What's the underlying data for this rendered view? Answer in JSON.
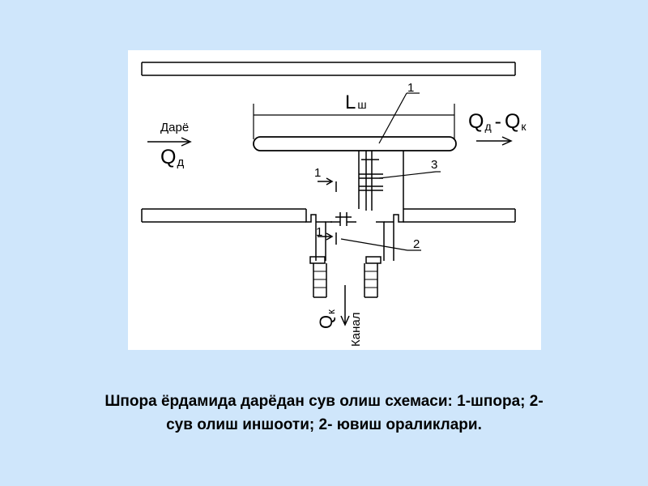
{
  "diagram": {
    "labels": {
      "spur_length": "L",
      "spur_length_sub": "ш",
      "river_word": "Дарё",
      "river_flow": "Q",
      "river_flow_sub": "д",
      "out_flow_a": "Q",
      "out_flow_a_sub": "д",
      "out_flow_sep": "-",
      "out_flow_b": "Q",
      "out_flow_b_sub": "к",
      "canal_flow": "Q",
      "canal_flow_sub": "к",
      "canal_word": "Канал",
      "num_1_top": "1",
      "num_3": "3",
      "num_2": "2",
      "section_top_num": "1",
      "section_bottom_num": "1"
    }
  },
  "caption": {
    "line1": "Шпора ёрдамида дарёдан сув олиш схемаси: 1-шпора; 2-",
    "line2": "сув олиш иншооти; 2- ювиш ораликлари."
  }
}
